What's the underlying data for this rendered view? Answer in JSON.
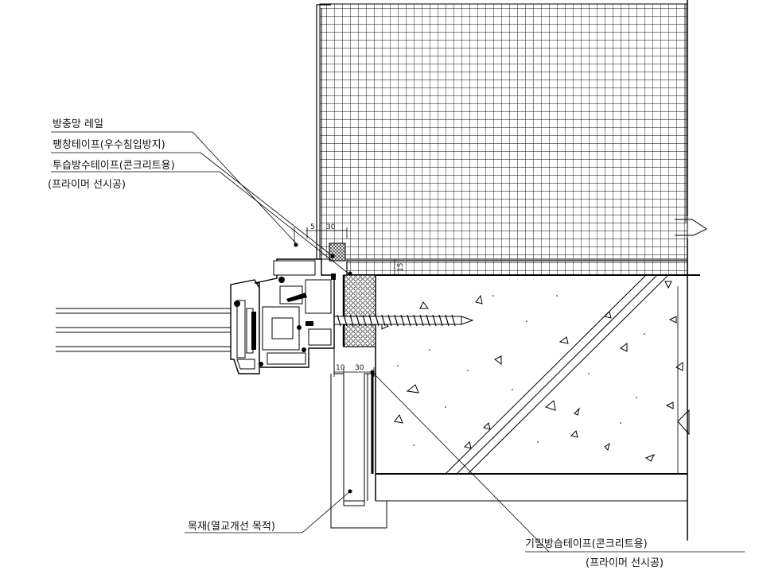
{
  "labels": {
    "screen_rail": "방충망 레일",
    "expansion_tape": "팽창테이프(우수침입방지)",
    "breathable_tape": "투습방수테이프(콘크리트용)",
    "breathable_tape_note": "(프라이머 선시공)",
    "wood": "목재(열교개선 목적)",
    "airtight_tape": "기밀방습테이프(콘크리트용)",
    "airtight_tape_note": "(프라이머 선시공)"
  },
  "dimensions": {
    "top_gap": "5",
    "top_width": "30",
    "side_depth": "15",
    "bottom_gap": "10",
    "bottom_width": "30"
  }
}
